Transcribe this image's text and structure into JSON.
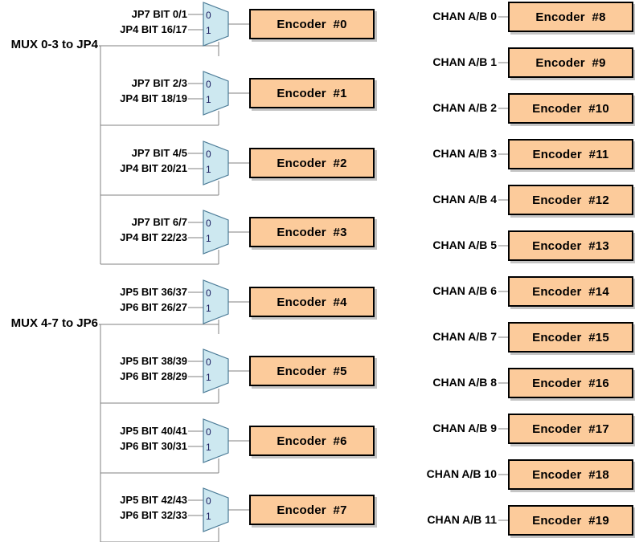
{
  "diagram": {
    "title": "Encoder input multiplexer block diagram",
    "colors": {
      "encoder_fill": "#FCCB9B",
      "encoder_border": "#000000",
      "mux_fill": "#CDE8F0",
      "mux_border": "#4A7A96",
      "wire": "#808080",
      "pin_text": "#1a1a5e",
      "background": "#FFFFFF"
    }
  },
  "mux_groups": [
    {
      "bus_label": "MUX 0-3 to JP4",
      "muxes": [
        {
          "input0": "JP7 BIT 0/1",
          "input1": "JP4 BIT 16/17",
          "pin0": "0",
          "pin1": "1",
          "encoder": "Encoder  #0"
        },
        {
          "input0": "JP7 BIT 2/3",
          "input1": "JP4 BIT 18/19",
          "pin0": "0",
          "pin1": "1",
          "encoder": "Encoder  #1"
        },
        {
          "input0": "JP7 BIT 4/5",
          "input1": "JP4 BIT 20/21",
          "pin0": "0",
          "pin1": "1",
          "encoder": "Encoder  #2"
        },
        {
          "input0": "JP7 BIT 6/7",
          "input1": "JP4 BIT 22/23",
          "pin0": "0",
          "pin1": "1",
          "encoder": "Encoder  #3"
        }
      ]
    },
    {
      "bus_label": "MUX 4-7 to JP6",
      "muxes": [
        {
          "input0": "JP5 BIT 36/37",
          "input1": "JP6 BIT 26/27",
          "pin0": "0",
          "pin1": "1",
          "encoder": "Encoder  #4"
        },
        {
          "input0": "JP5 BIT 38/39",
          "input1": "JP6 BIT 28/29",
          "pin0": "0",
          "pin1": "1",
          "encoder": "Encoder  #5"
        },
        {
          "input0": "JP5 BIT 40/41",
          "input1": "JP6 BIT 30/31",
          "pin0": "0",
          "pin1": "1",
          "encoder": "Encoder  #6"
        },
        {
          "input0": "JP5 BIT 42/43",
          "input1": "JP6 BIT 32/33",
          "pin0": "0",
          "pin1": "1",
          "encoder": "Encoder  #7"
        }
      ]
    }
  ],
  "direct_channels": [
    {
      "label": "CHAN A/B 0",
      "encoder": "Encoder  #8"
    },
    {
      "label": "CHAN A/B 1",
      "encoder": "Encoder  #9"
    },
    {
      "label": "CHAN A/B 2",
      "encoder": "Encoder  #10"
    },
    {
      "label": "CHAN A/B 3",
      "encoder": "Encoder  #11"
    },
    {
      "label": "CHAN A/B 4",
      "encoder": "Encoder  #12"
    },
    {
      "label": "CHAN A/B 5",
      "encoder": "Encoder  #13"
    },
    {
      "label": "CHAN A/B 6",
      "encoder": "Encoder  #14"
    },
    {
      "label": "CHAN A/B 7",
      "encoder": "Encoder  #15"
    },
    {
      "label": "CHAN A/B 8",
      "encoder": "Encoder  #16"
    },
    {
      "label": "CHAN A/B 9",
      "encoder": "Encoder  #17"
    },
    {
      "label": "CHAN A/B 10",
      "encoder": "Encoder  #18"
    },
    {
      "label": "CHAN A/B 11",
      "encoder": "Encoder  #19"
    }
  ]
}
